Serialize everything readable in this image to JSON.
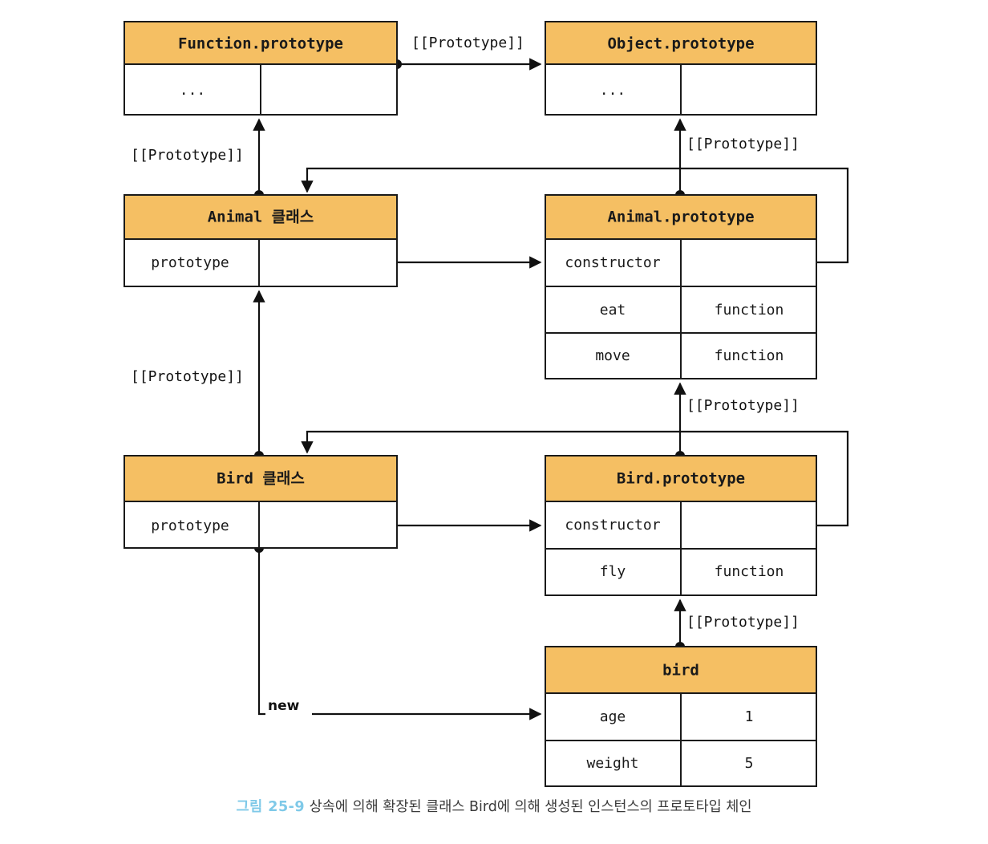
{
  "diagram": {
    "title": "Prototype chain of an instance created by class Bird extended by inheritance",
    "colors": {
      "header_fill": "#F5BF63",
      "box_border": "#1a1a1a",
      "line": "#111111",
      "caption_accent": "#7fc9e8",
      "caption_text": "#3a3a3a",
      "background": "#ffffff"
    },
    "boxes": [
      {
        "id": "function-prototype",
        "header": "Function.prototype",
        "rows": [
          {
            "key": "...",
            "value": ""
          }
        ]
      },
      {
        "id": "object-prototype",
        "header": "Object.prototype",
        "rows": [
          {
            "key": "...",
            "value": ""
          }
        ]
      },
      {
        "id": "animal-class",
        "header": "Animal 클래스",
        "rows": [
          {
            "key": "prototype",
            "value": ""
          }
        ]
      },
      {
        "id": "animal-prototype",
        "header": "Animal.prototype",
        "rows": [
          {
            "key": "constructor",
            "value": ""
          },
          {
            "key": "eat",
            "value": "function"
          },
          {
            "key": "move",
            "value": "function"
          }
        ]
      },
      {
        "id": "bird-class",
        "header": "Bird 클래스",
        "rows": [
          {
            "key": "prototype",
            "value": ""
          }
        ]
      },
      {
        "id": "bird-prototype",
        "header": "Bird.prototype",
        "rows": [
          {
            "key": "constructor",
            "value": ""
          },
          {
            "key": "fly",
            "value": "function"
          }
        ]
      },
      {
        "id": "bird-instance",
        "header": "bird",
        "rows": [
          {
            "key": "age",
            "value": "1"
          },
          {
            "key": "weight",
            "value": "5"
          }
        ]
      }
    ],
    "edge_labels": [
      {
        "id": "fnproto-to-objproto",
        "text": "[[Prototype]]"
      },
      {
        "id": "objproto-from-animalproto",
        "text": "[[Prototype]]"
      },
      {
        "id": "fnproto-from-animalclass",
        "text": "[[Prototype]]"
      },
      {
        "id": "animalclass-from-birdclass",
        "text": "[[Prototype]]"
      },
      {
        "id": "animalproto-from-birdproto",
        "text": "[[Prototype]]"
      },
      {
        "id": "birdproto-from-instance",
        "text": "[[Prototype]]"
      },
      {
        "id": "birdclass-new-instance",
        "text": "new"
      }
    ],
    "caption": {
      "number": "그림 25-9",
      "text": "상속에 의해 확장된 클래스 Bird에 의해 생성된 인스턴스의 프로토타입 체인"
    }
  }
}
